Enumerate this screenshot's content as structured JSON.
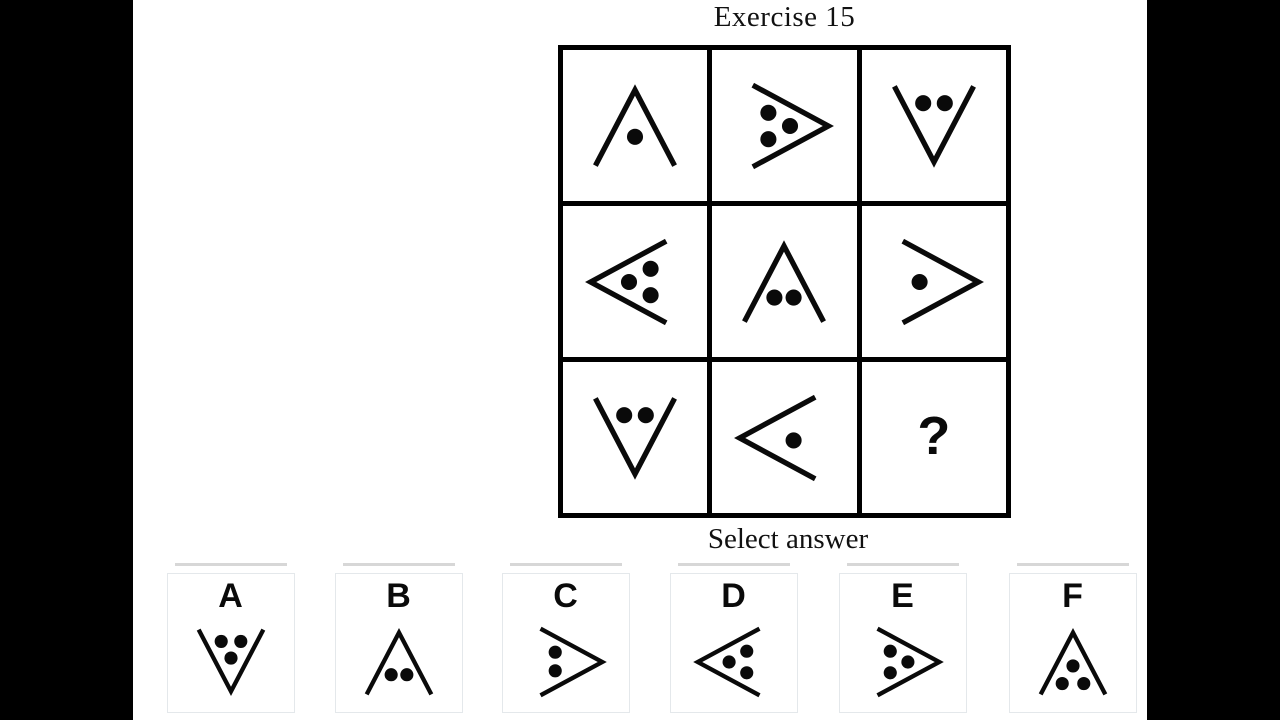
{
  "title": "Exercise 15",
  "select_label": "Select answer",
  "colors": {
    "ink": "#0a0a0a",
    "panel_bg": "#ffffff",
    "letterbox": "#000000",
    "grid_line": "#000000",
    "option_border": "#e4e8eb",
    "option_shadow": "#d7d7d7"
  },
  "grid": {
    "cells": [
      {
        "type": "chevron",
        "direction": "up",
        "dots": 1
      },
      {
        "type": "chevron",
        "direction": "right",
        "dots": 3
      },
      {
        "type": "chevron",
        "direction": "down",
        "dots": 2
      },
      {
        "type": "chevron",
        "direction": "left",
        "dots": 3
      },
      {
        "type": "chevron",
        "direction": "up",
        "dots": 2
      },
      {
        "type": "chevron",
        "direction": "right",
        "dots": 1
      },
      {
        "type": "chevron",
        "direction": "down",
        "dots": 2
      },
      {
        "type": "chevron",
        "direction": "left",
        "dots": 1
      },
      {
        "type": "question",
        "mark": "?"
      }
    ]
  },
  "options": [
    {
      "label": "A",
      "figure": {
        "type": "chevron",
        "direction": "down",
        "dots": 3
      }
    },
    {
      "label": "B",
      "figure": {
        "type": "chevron",
        "direction": "up",
        "dots": 2
      }
    },
    {
      "label": "C",
      "figure": {
        "type": "chevron",
        "direction": "right",
        "dots": 2
      }
    },
    {
      "label": "D",
      "figure": {
        "type": "chevron",
        "direction": "left",
        "dots": 3
      }
    },
    {
      "label": "E",
      "figure": {
        "type": "chevron",
        "direction": "right",
        "dots": 3
      }
    },
    {
      "label": "F",
      "figure": {
        "type": "chevron",
        "direction": "up",
        "dots": 3
      }
    }
  ]
}
